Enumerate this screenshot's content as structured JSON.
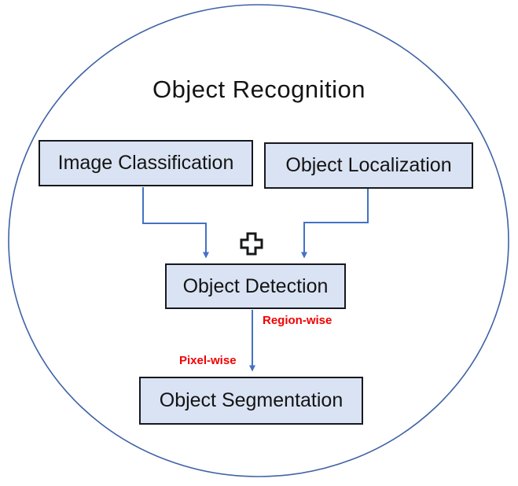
{
  "diagram": {
    "title": "Object Recognition",
    "nodes": [
      {
        "id": "image-classification",
        "label": "Image Classification"
      },
      {
        "id": "object-localization",
        "label": "Object Localization"
      },
      {
        "id": "object-detection",
        "label": "Object Detection"
      },
      {
        "id": "object-segmentation",
        "label": "Object Segmentation"
      }
    ],
    "edge_labels": {
      "region_wise": "Region-wise",
      "pixel_wise": "Pixel-wise"
    },
    "icons": {
      "plus_icon": "plus-combination-symbol"
    },
    "colors": {
      "background": "#ffffff",
      "node_fill": "#dae3f3",
      "node_border": "#16191e",
      "connector": "#4472c4",
      "circle_stroke": "#3f62a5",
      "edge_label": "#f20000",
      "text": "#141414"
    }
  }
}
